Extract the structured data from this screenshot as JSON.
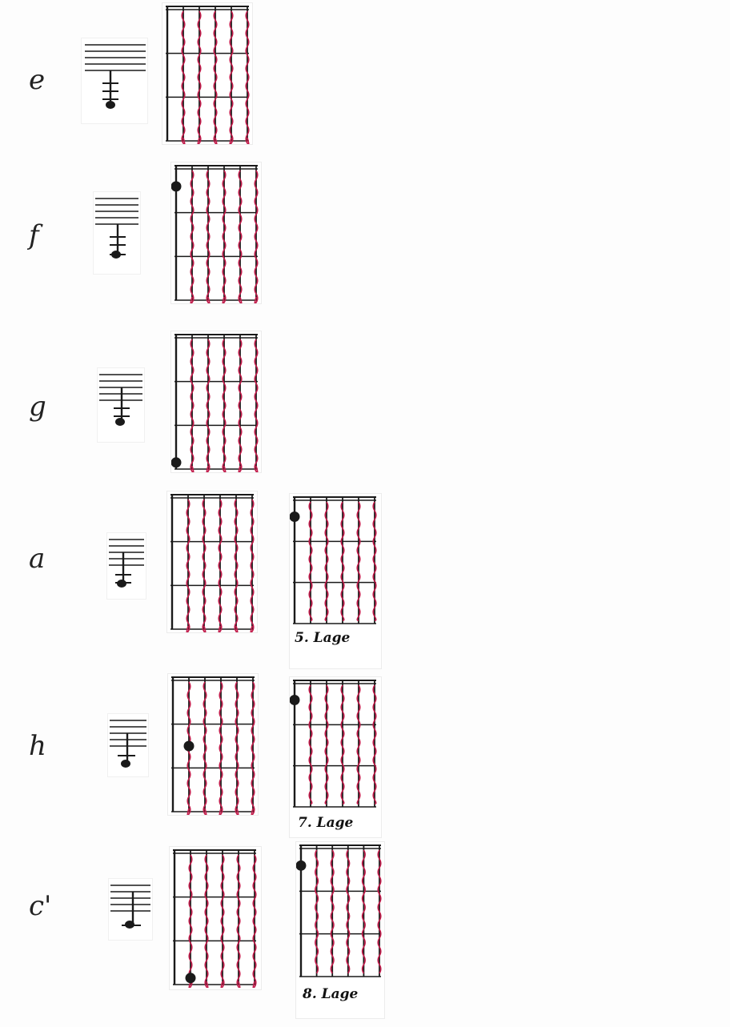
{
  "colors": {
    "ink": "#1a1a1a",
    "string_red": "#c21a4a",
    "paper": "#ffffff"
  },
  "rows": [
    {
      "note": "e",
      "staff_note": "below-3-ledger",
      "fret_dot": null,
      "alt": null
    },
    {
      "note": "f",
      "staff_note": "below-2-ledger",
      "fret_dot": {
        "string": 1,
        "fret": 1
      },
      "alt": null
    },
    {
      "note": "g",
      "staff_note": "below-2-ledger-space",
      "fret_dot": {
        "string": 1,
        "fret": 3
      },
      "alt": null
    },
    {
      "note": "a",
      "staff_note": "below-1-ledger",
      "fret_dot": null,
      "alt": {
        "label": "5. Lage",
        "fret_dot": {
          "string": 1,
          "fret": 1
        }
      }
    },
    {
      "note": "h",
      "staff_note": "below-1-ledger-space",
      "fret_dot": {
        "string": 2,
        "fret": 2
      },
      "alt": {
        "label": "7. Lage",
        "fret_dot": {
          "string": 1,
          "fret": 1
        }
      }
    },
    {
      "note": "c'",
      "staff_note": "below-1-ledger-on",
      "fret_dot": {
        "string": 2,
        "fret": 3
      },
      "alt": {
        "label": "8. Lage",
        "fret_dot": {
          "string": 1,
          "fret": 1
        }
      }
    }
  ]
}
